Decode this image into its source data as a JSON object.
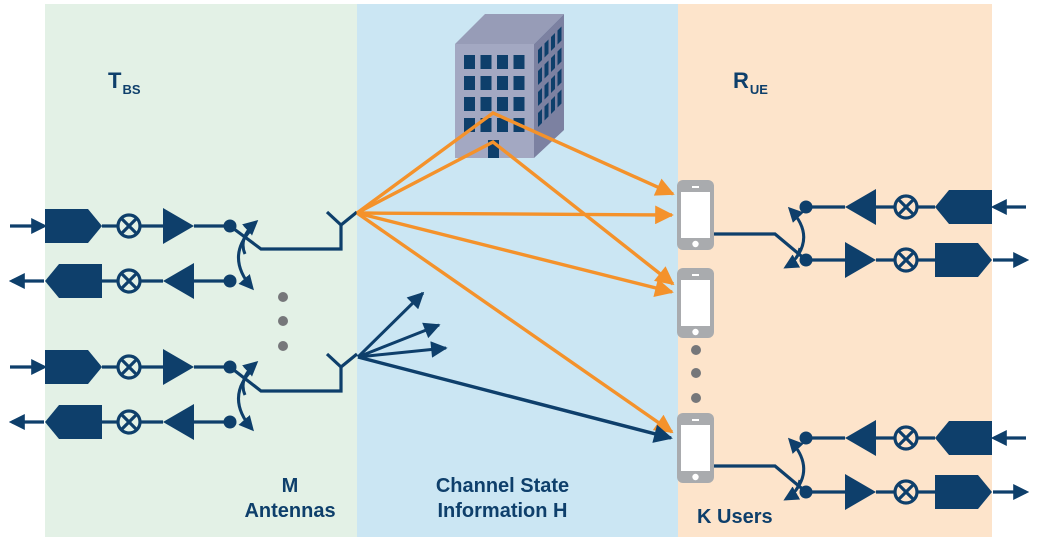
{
  "title": "Massive MIMO multi-user downlink diagram",
  "colors": {
    "bs_panel": "#e3f1e6",
    "channel_panel": "#cbe6f3",
    "ue_panel": "#fde4cb",
    "signal_chain": "#0e3f6b",
    "reflected_path": "#f4922b",
    "phone": "#a9abae",
    "ellipsis_dot": "#76777a",
    "building_front": "#a3a8c2",
    "building_side": "#7c81a1",
    "building_top": "#979cb7"
  },
  "panels": {
    "bs": {
      "label_main": "T",
      "label_sub": "BS",
      "caption_line1": "M",
      "caption_line2": "Antennas",
      "chains": 2,
      "components": [
        "DAC/ADC converter",
        "mixer",
        "amplifier",
        "T/R switch",
        "antenna"
      ]
    },
    "channel": {
      "caption_line1": "Channel State",
      "caption_line2": "Information H",
      "scatterer": "building-icon"
    },
    "ue": {
      "label_main": "R",
      "label_sub": "UE",
      "caption": "K Users",
      "devices": 3,
      "chains": 2
    }
  },
  "icons": {
    "mixer": "circled-x-icon",
    "amplifier": "triangle-icon",
    "converter": "pentagon-block-icon",
    "antenna": "y-antenna-icon",
    "switch": "rf-switch-icon",
    "phone": "smartphone-icon",
    "scatterer": "building-icon",
    "ellipsis": "vertical-dots-icon"
  }
}
